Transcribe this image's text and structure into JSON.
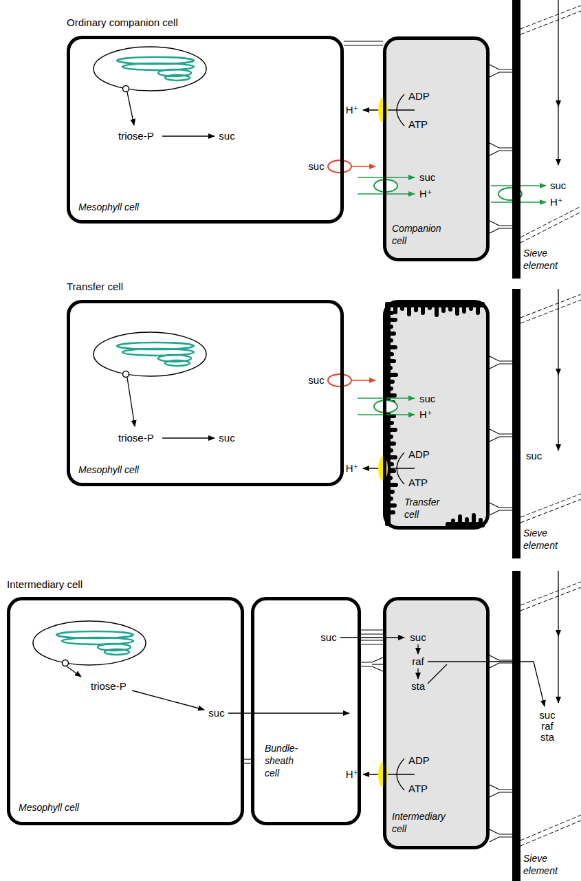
{
  "diagram": {
    "nodes": [
      {
        "text": [
          "Mesophyll cell"
        ]
      },
      {
        "text": [
          "Companion cell"
        ]
      },
      {
        "text": [
          "Sieve element"
        ]
      },
      {
        "text": [
          "Mesophyll cell"
        ]
      },
      {
        "text": [
          "Transfer cell"
        ]
      },
      {
        "text": [
          "Sieve element"
        ]
      },
      {
        "text": [
          "Mesophyll cell"
        ]
      },
      {
        "text": [
          "Bundle-sheath cell"
        ]
      },
      {
        "text": [
          "Intermediary cell"
        ]
      },
      {
        "text": [
          "Sieve element"
        ]
      }
    ],
    "labels": [
      "Ordinary companion cell",
      "H⁺",
      "ADP",
      "ATP",
      "triose-P",
      "suc",
      "suc",
      "suc",
      "H⁺",
      "suc",
      "H⁺",
      "Transfer cell",
      "suc",
      "suc",
      "H⁺",
      "triose-P",
      "suc",
      "ADP",
      "suc",
      "H⁺",
      "ATP",
      "Intermediary cell",
      "suc",
      "suc",
      "raf",
      "sta",
      "triose-P",
      "suc",
      "suc",
      "raf",
      "sta",
      "ADP",
      "H⁺",
      "ATP"
    ]
  }
}
